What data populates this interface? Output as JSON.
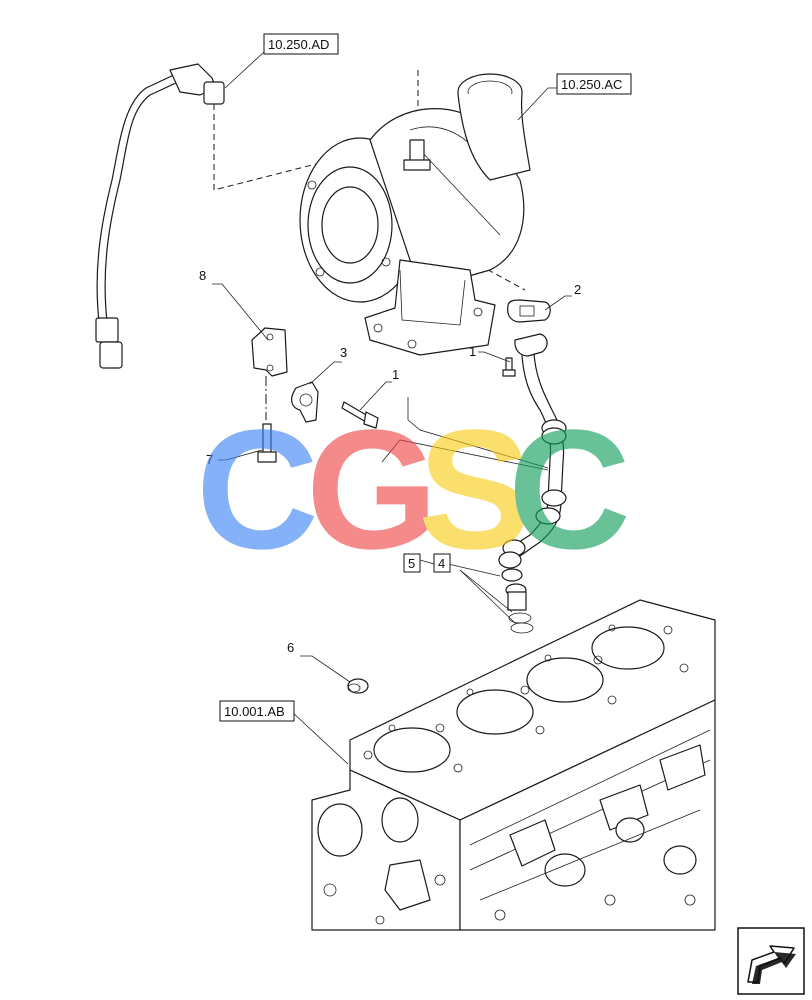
{
  "references": {
    "turbo_oil_line": "10.250.AD",
    "turbocharger": "10.250.AC",
    "engine_block": "10.001.AB"
  },
  "callouts": {
    "c1a": "1",
    "c1b": "1",
    "c2": "2",
    "c3": "3",
    "c4": "4",
    "c5": "5",
    "c6": "6",
    "c7": "7",
    "c8": "8"
  },
  "watermark": {
    "letters": [
      "C",
      "G",
      "S",
      "C"
    ],
    "colors": [
      "#3b82f6",
      "#ef4444",
      "#facc15",
      "#0f9d58"
    ]
  }
}
